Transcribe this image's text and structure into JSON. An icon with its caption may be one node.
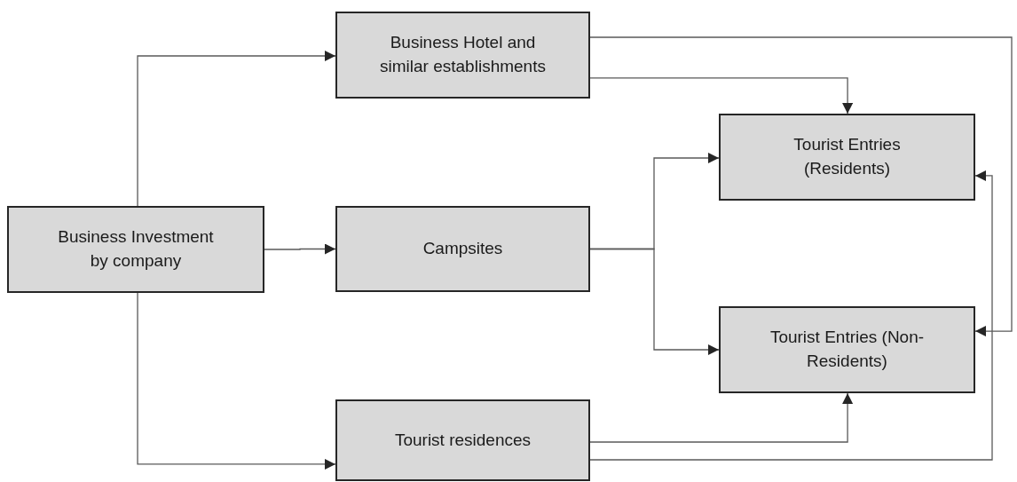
{
  "diagram": {
    "nodes": [
      {
        "text": [
          "Business Investment by company"
        ]
      },
      {
        "text": [
          "Business Hotel and similar establishments"
        ]
      },
      {
        "text": [
          "Campsites"
        ]
      },
      {
        "text": [
          "Tourist residences"
        ]
      },
      {
        "text": [
          "Tourist Entries (Residents)"
        ]
      },
      {
        "text": [
          "Tourist Entries (Non-Residents)"
        ]
      }
    ],
    "edges": [
      {
        "from": 0,
        "to": 1,
        "arrow": "to"
      },
      {
        "from": 0,
        "to": 2,
        "arrow": "to"
      },
      {
        "from": 0,
        "to": 3,
        "arrow": "to"
      },
      {
        "from": 1,
        "to": 4,
        "arrow": "to"
      },
      {
        "from": 1,
        "to": 5,
        "arrow": "to"
      },
      {
        "from": 2,
        "to": 4,
        "arrow": "to"
      },
      {
        "from": 2,
        "to": 5,
        "arrow": "to"
      },
      {
        "from": 3,
        "to": 5,
        "arrow": "to"
      },
      {
        "from": 3,
        "to": 4,
        "arrow": "to"
      }
    ]
  }
}
